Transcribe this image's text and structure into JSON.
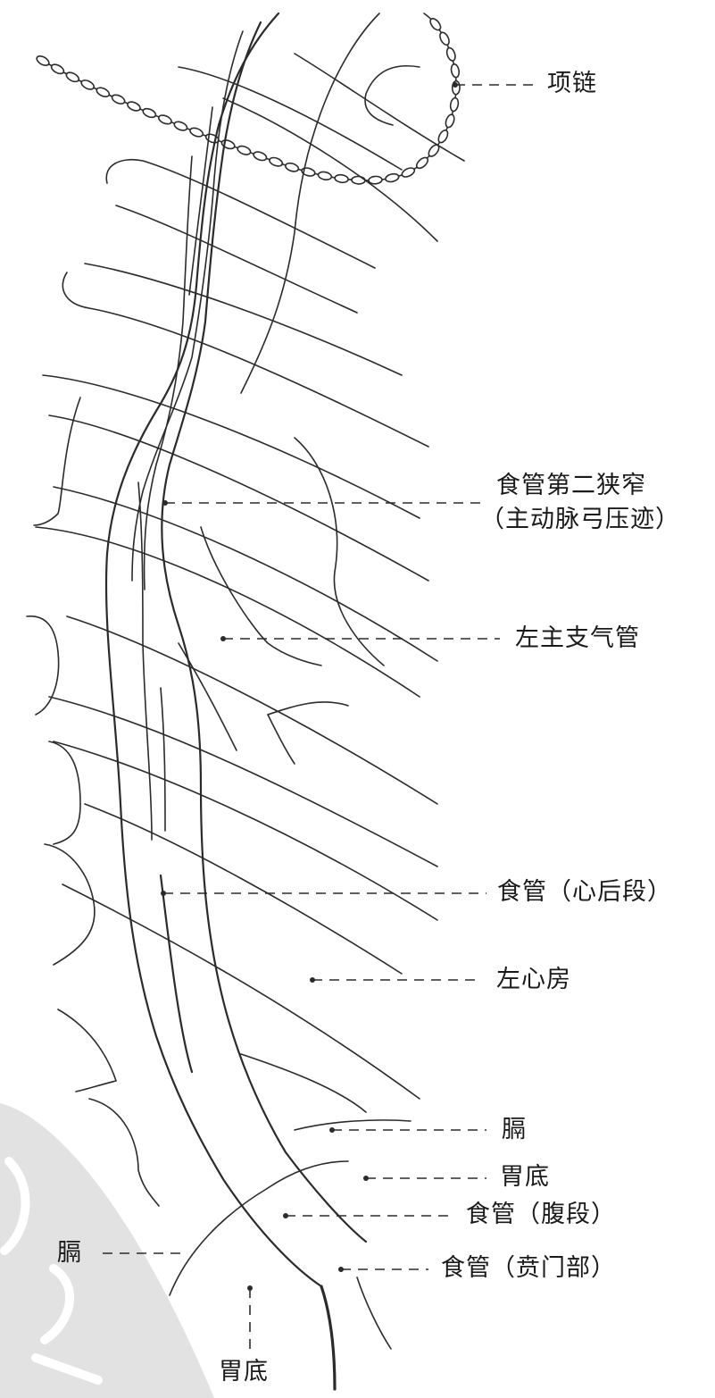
{
  "labels": {
    "necklace": "项链",
    "second_narrowing_line1": "食管第二狭窄",
    "second_narrowing_line2": "（主动脉弓压迹）",
    "left_main_bronchus": "左主支气管",
    "esophagus_retrocardiac": "食管（心后段）",
    "left_atrium": "左心房",
    "diaphragm_right": "膈",
    "fundus_right": "胃底",
    "esophagus_abdominal": "食管（腹段）",
    "esophagus_cardia": "食管（贲门部）",
    "diaphragm_left": "膈",
    "fundus_bottom": "胃底"
  },
  "colors": {
    "line": "#2b2b2b",
    "text": "#1a1a1a",
    "watermark": "#dcdcdc"
  }
}
